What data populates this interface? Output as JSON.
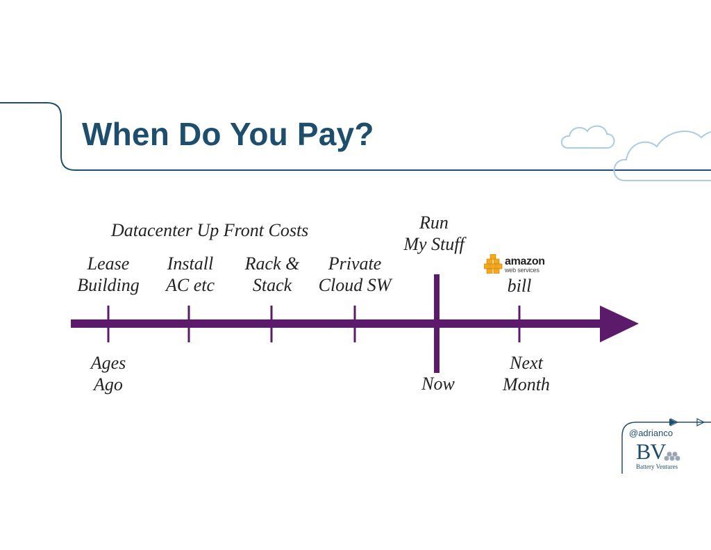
{
  "slide": {
    "title": "When Do You Pay?",
    "upfront_group_label": "Datacenter Up Front Costs",
    "events_above": [
      {
        "line1": "Lease",
        "line2": "Building"
      },
      {
        "line1": "Install",
        "line2": "AC etc"
      },
      {
        "line1": "Rack &",
        "line2": "Stack"
      },
      {
        "line1": "Private",
        "line2": "Cloud SW"
      },
      {
        "line1": "Run",
        "line2": "My Stuff"
      },
      {
        "line1": "bill"
      }
    ],
    "times_below": [
      {
        "line1": "Ages",
        "line2": "Ago"
      },
      {
        "line1": "Now"
      },
      {
        "line1": "Next",
        "line2": "Month"
      }
    ],
    "aws_logo": {
      "word": "amazon",
      "sub": "web services"
    },
    "branding": {
      "handle": "@adrianco",
      "logo_text": "BV",
      "company": "Battery Ventures"
    }
  },
  "colors": {
    "title": "#1d4e6e",
    "frame": "#1d4e6e",
    "timeline": "#5c1a6b",
    "cloud": "#a9cbe4",
    "aws_orange": "#f7a81b"
  },
  "icons": [
    "cloud-icon",
    "arrow-head-icon",
    "aws-cubes-icon",
    "triangle-marker-icon"
  ]
}
